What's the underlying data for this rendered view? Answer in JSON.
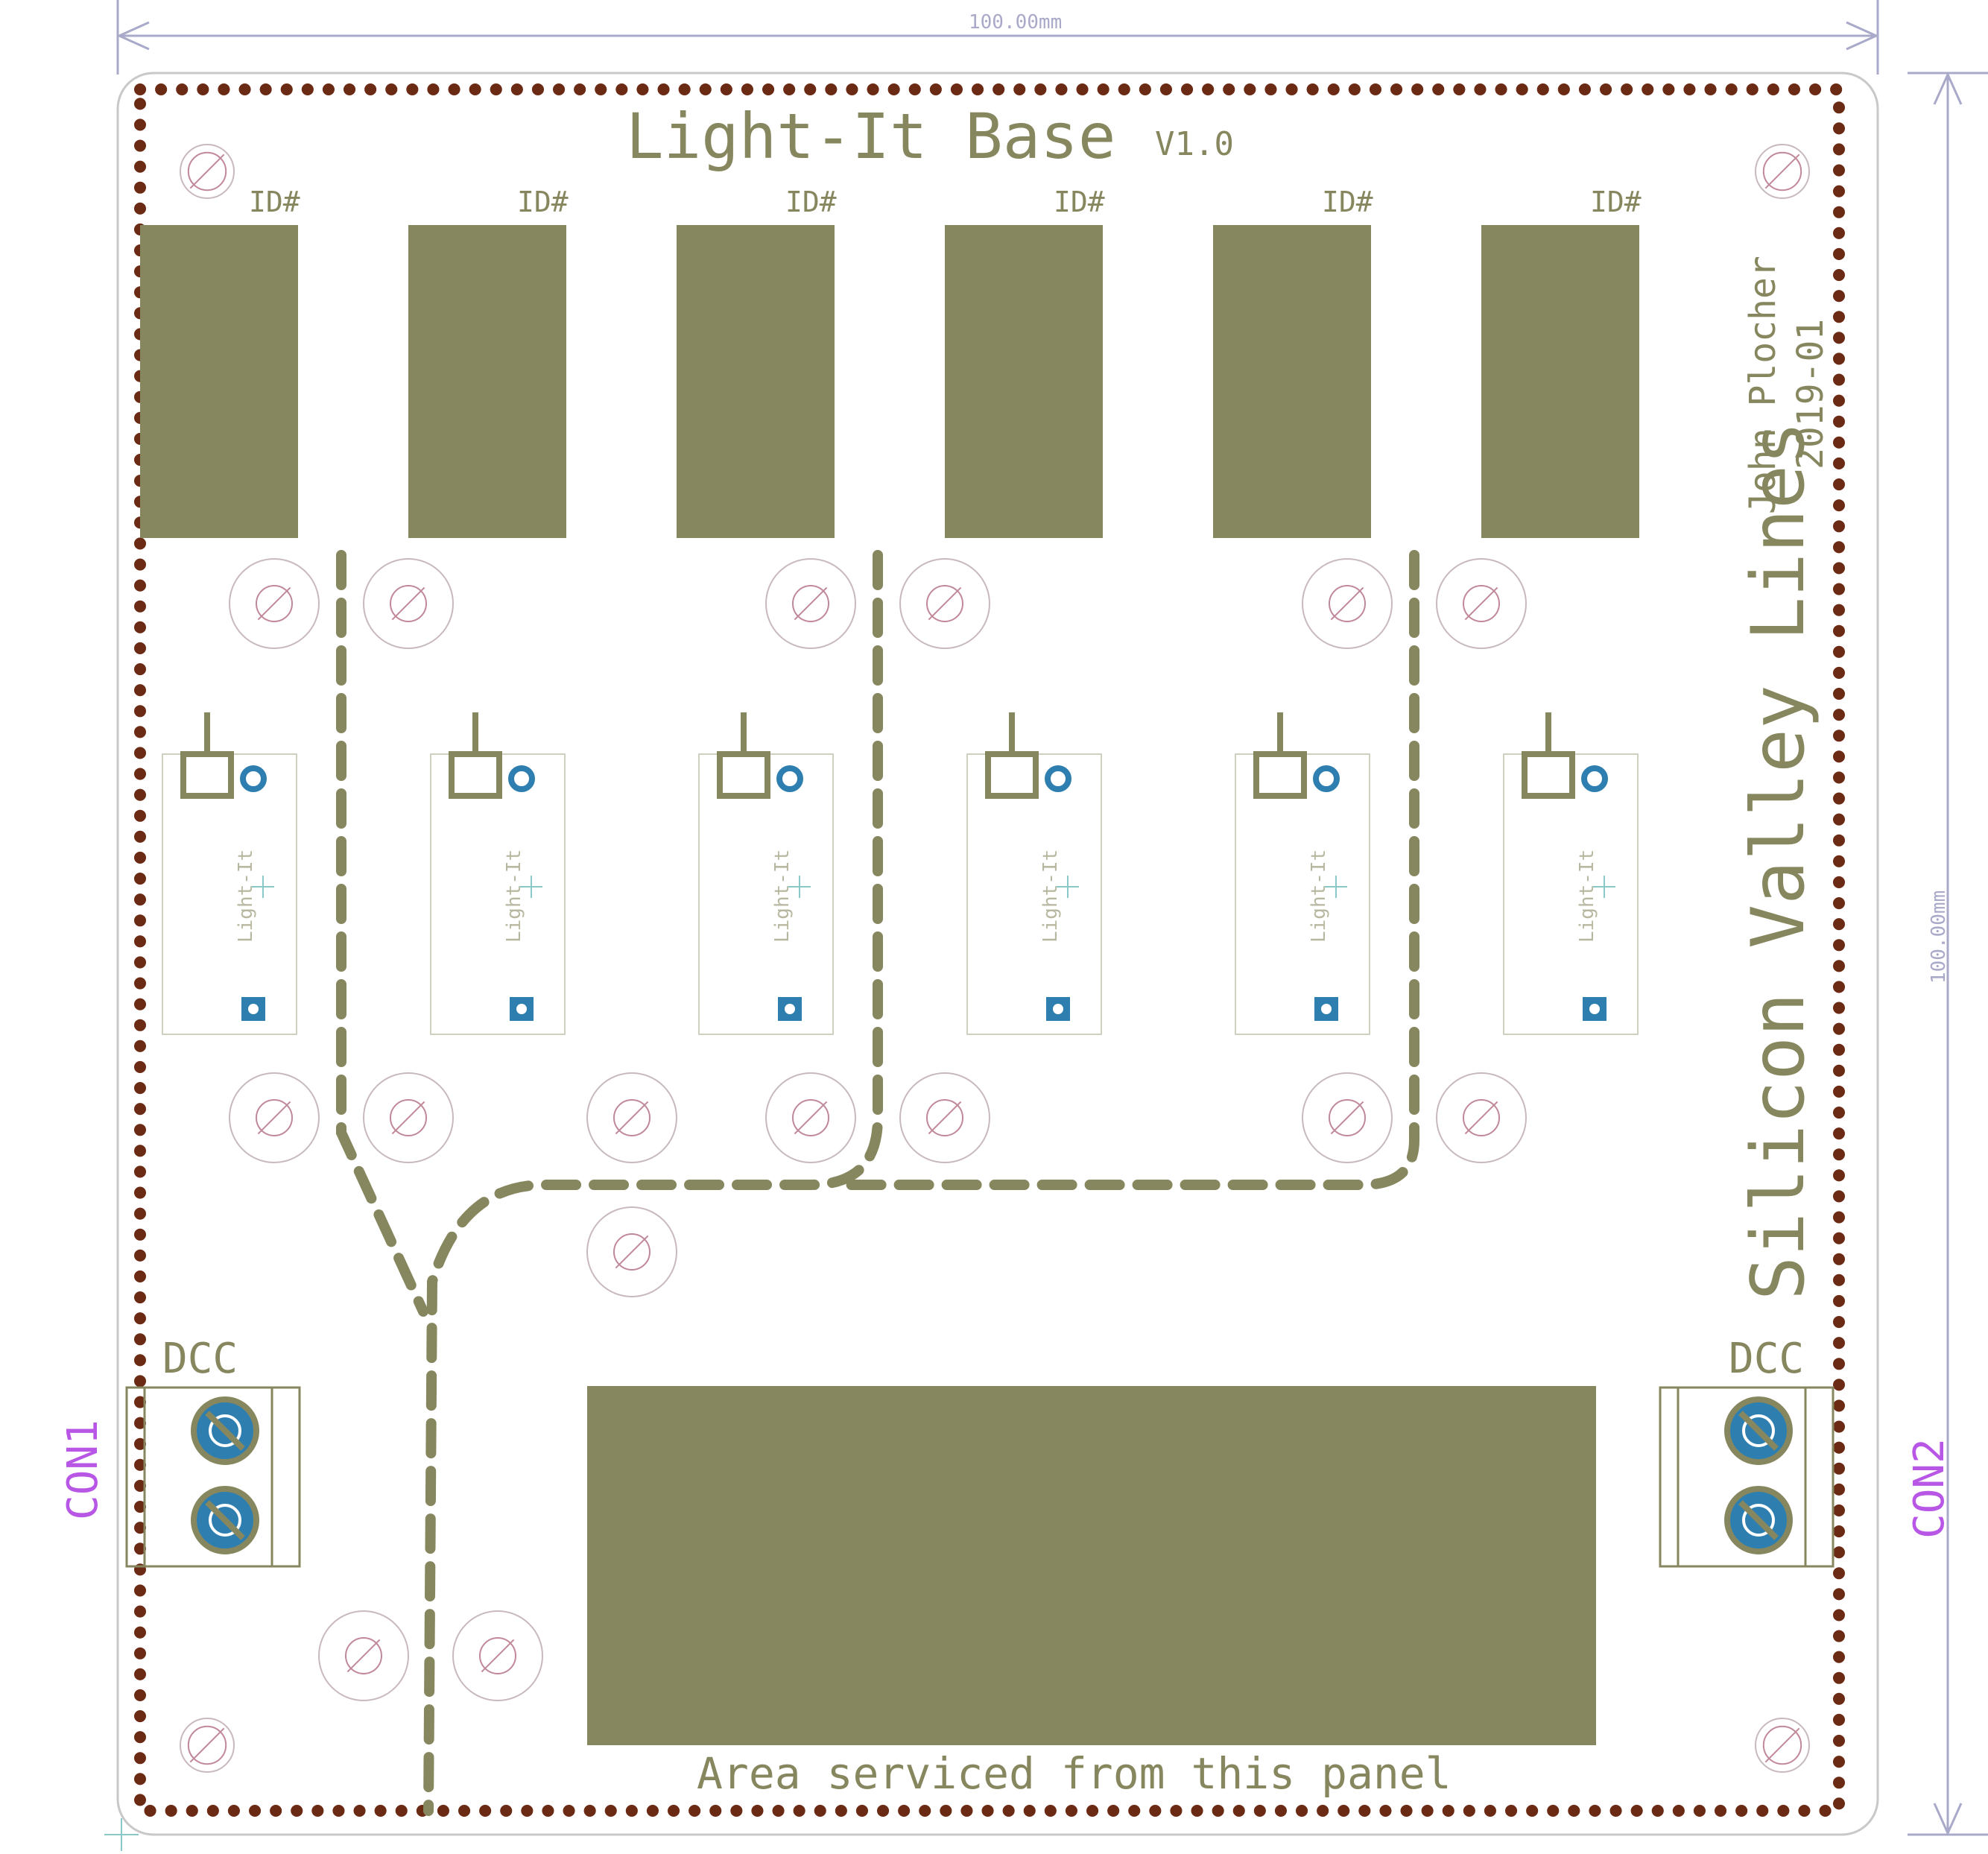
{
  "board": {
    "title": "Light-It Base",
    "version": "V1.0",
    "author": "John Plocher",
    "date": "2019-01",
    "brand": "Silicon Valley Lines",
    "area_label": "Area serviced from this panel",
    "width_dim": "100.00mm",
    "height_dim": "100.00mm"
  },
  "id_label": "ID#",
  "module_label": "Light-It",
  "connectors": [
    {
      "name": "CON1",
      "signal": "DCC"
    },
    {
      "name": "CON2",
      "signal": "DCC"
    }
  ],
  "colors": {
    "silkscreen": "#87875f",
    "border_dots": "#6b2a14",
    "pad": "#2e7fb0",
    "mounting_hole": "#c08898",
    "connector_label": "#b857e6",
    "dimension": "#a9a9c9"
  }
}
